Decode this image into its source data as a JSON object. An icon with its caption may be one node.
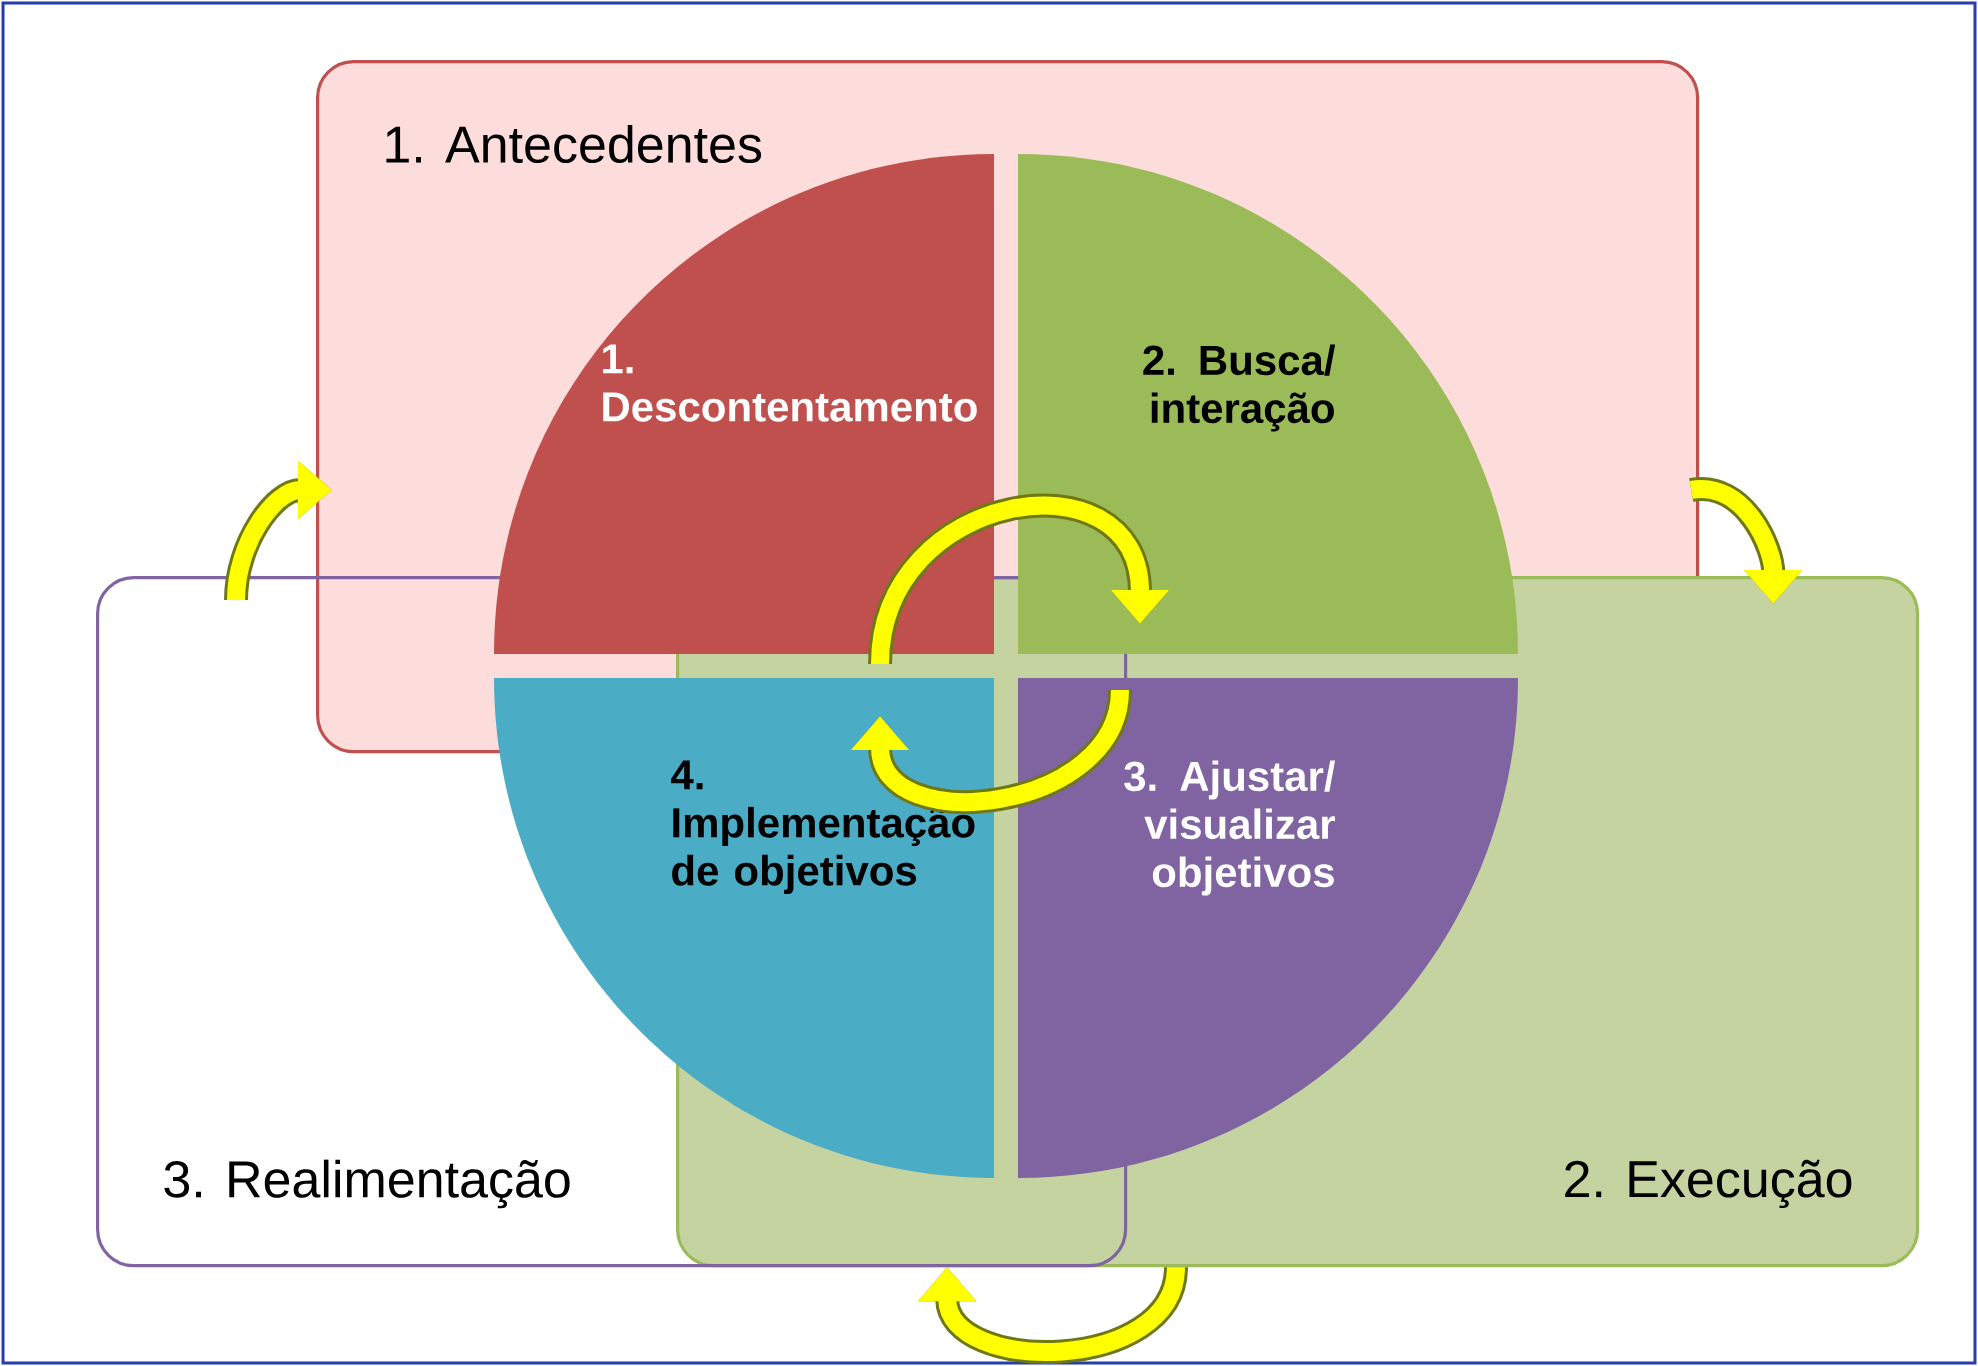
{
  "diagram": {
    "nodes": [
      {
        "text": [
          "1. Antecedentes"
        ]
      },
      {
        "text": [
          "2. Execução"
        ]
      },
      {
        "text": [
          "3. Realimentação"
        ]
      },
      {
        "text": [
          "1. Descontentamento"
        ],
        "in": 0
      },
      {
        "text": [
          "2. Busca/ interação"
        ],
        "in": 0
      },
      {
        "text": [
          "3. Ajustar/ visualizar objetivos"
        ],
        "in": 1
      },
      {
        "text": [
          "4. Implementação de objetivos"
        ],
        "in": 2
      }
    ],
    "edges": [
      {
        "from": 2,
        "to": 0,
        "arrow": "to"
      },
      {
        "from": 0,
        "to": 1,
        "arrow": "to"
      },
      {
        "from": 1,
        "to": 2,
        "arrow": "to"
      },
      {
        "from": 3,
        "to": 4,
        "arrow": "to"
      },
      {
        "from": 5,
        "to": 6,
        "arrow": "to"
      }
    ]
  }
}
